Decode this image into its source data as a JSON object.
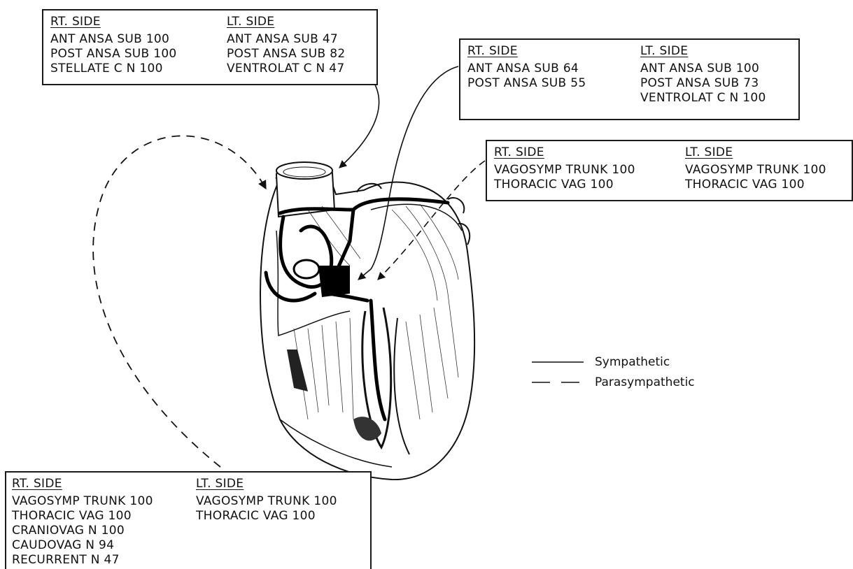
{
  "boxes": {
    "top_left": {
      "right": {
        "heading": "RT. SIDE",
        "lines": [
          "ANT ANSA SUB 100",
          "POST ANSA SUB 100",
          "STELLATE C N 100"
        ]
      },
      "left": {
        "heading": "LT. SIDE",
        "lines": [
          "ANT ANSA SUB 47",
          "POST ANSA SUB 82",
          "VENTROLAT C N 47"
        ]
      }
    },
    "top_right": {
      "right": {
        "heading": "RT. SIDE",
        "lines": [
          "ANT ANSA SUB 64",
          "POST ANSA SUB 55"
        ]
      },
      "left": {
        "heading": "LT. SIDE",
        "lines": [
          "ANT ANSA SUB 100",
          "POST ANSA SUB 73",
          "VENTROLAT C N 100"
        ]
      }
    },
    "middle_right": {
      "right": {
        "heading": "RT. SIDE",
        "lines": [
          "VAGOSYMP TRUNK 100",
          "THORACIC VAG 100"
        ]
      },
      "left": {
        "heading": "LT. SIDE",
        "lines": [
          "VAGOSYMP TRUNK 100",
          "THORACIC VAG 100"
        ]
      }
    },
    "bottom_left": {
      "right": {
        "heading": "RT. SIDE",
        "lines": [
          "VAGOSYMP TRUNK 100",
          "THORACIC VAG 100",
          "CRANIOVAG N 100",
          "CAUDOVAG N 94",
          "RECURRENT N 47"
        ]
      },
      "left": {
        "heading": "LT. SIDE",
        "lines": [
          "VAGOSYMP TRUNK 100",
          "THORACIC VAG 100"
        ]
      }
    }
  },
  "legend": {
    "sympathetic": "Sympathetic",
    "parasympathetic": "Parasympathetic"
  }
}
